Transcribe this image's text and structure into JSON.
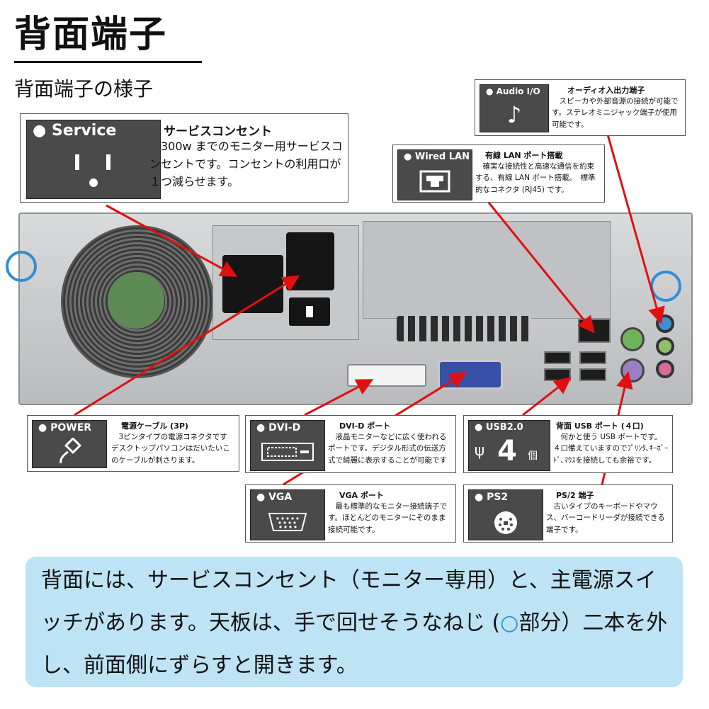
{
  "title": "背面端子",
  "subtitle": "背面端子の様子",
  "callouts": {
    "service": {
      "label": "● Service",
      "title": "サービスコンセント",
      "text": "　300w までのモニター用サービスコンセントです。コンセントの利用口が１つ減らせます。"
    },
    "audio": {
      "label": "● Audio I/O",
      "title": "オーディオ入出力端子",
      "text": "　スピーカや外部音源の接続が可能です。ステレオミニジャック端子が使用可能です。"
    },
    "lan": {
      "label": "● Wired LAN",
      "title": "有線 LAN ポート搭載",
      "text": "　確実な接続性と高速な通信を約束する、有線 LAN ポート搭載。　標準的なコネクタ (RJ45) です。"
    },
    "power": {
      "label": "● POWER",
      "title": "電源ケーブル (3P)",
      "text": "　3ピンタイプの電源コネクタです　デスクトップパソコンはだいたいこのケーブルが刺さります。"
    },
    "dvi": {
      "label": "● DVI-D",
      "title": "DVI-D ポート",
      "text": "　液晶モニターなどに広く使われるポートです。デジタル形式の伝送方式で綺麗に表示することが可能です"
    },
    "usb": {
      "label": "● USB2.0",
      "count": "4",
      "unit": "個",
      "title": "背面 USB ポート (４口)",
      "text": "　何かと使う USB ポートです。　４口備えていますのでﾌﾟﾘﾝﾀ､ｷｰﾎﾞｰﾄﾞ､ﾏｳｽを接続しても余裕です。"
    },
    "vga": {
      "label": "● VGA",
      "title": "VGA ポート",
      "text": "　最も標準的なモニター接続端子です。ほとんどのモニターにそのまま接続可能です。"
    },
    "ps2": {
      "label": "● PS2",
      "title": "PS/2 端子",
      "text": "　古いタイプのキーボードやマウス、バーコードリーダが接続できる端子です。"
    }
  },
  "bottom_note": {
    "text_before": "背面には、サービスコンセント（モニター専用）と、主電源スイッチがあります。天板は、手で回せそうなねじ (",
    "circle_symbol": "○",
    "text_after": "部分）二本を外し、前面側にずらすと開きます。"
  },
  "colors": {
    "arrow": "#e01010",
    "ring": "#2e8fd6",
    "panel": "#4a4a4a",
    "note_bg": "#bde3f5"
  },
  "icons": {
    "service": "outlet-icon",
    "audio": "music-note-icon",
    "lan": "ethernet-icon",
    "power": "plug-icon",
    "dvi": "dvi-port-icon",
    "usb": "usb-icon",
    "vga": "vga-port-icon",
    "ps2": "ps2-port-icon"
  }
}
